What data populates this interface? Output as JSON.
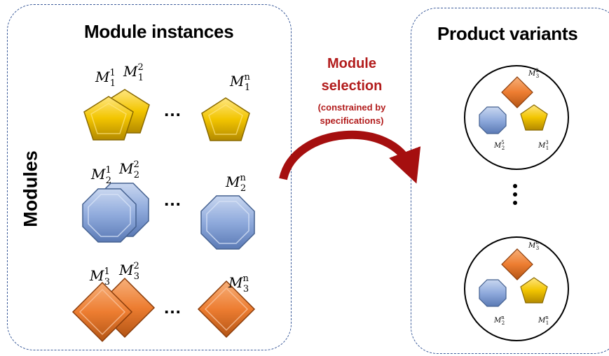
{
  "left_panel": {
    "title": "Module instances",
    "side_label": "Modules",
    "rows": [
      {
        "shape": "pentagon",
        "labels": [
          "M",
          "1",
          "1",
          "M",
          "2",
          "1",
          "M",
          "n",
          "1"
        ]
      },
      {
        "shape": "octagon",
        "labels": [
          "M",
          "1",
          "2",
          "M",
          "2",
          "2",
          "M",
          "n",
          "2"
        ]
      },
      {
        "shape": "diamond",
        "labels": [
          "M",
          "1",
          "3",
          "M",
          "2",
          "3",
          "M",
          "n",
          "3"
        ]
      }
    ],
    "ellipsis": "…"
  },
  "selection": {
    "line1": "Module",
    "line2": "selection",
    "line3": "(constrained by",
    "line4": "specifications)"
  },
  "right_panel": {
    "title": "Product variants",
    "variant_top": {
      "diamond": [
        "M",
        "2",
        "3"
      ],
      "octagon": [
        "M",
        "5",
        "2"
      ],
      "pentagon": [
        "M",
        "3",
        "1"
      ]
    },
    "variant_bottom": {
      "diamond": [
        "M",
        "n",
        "3"
      ],
      "octagon": [
        "M",
        "n",
        "2"
      ],
      "pentagon": [
        "M",
        "n",
        "1"
      ]
    }
  },
  "colors": {
    "pentagon": "#f2c500",
    "octagon": "#8faadc",
    "diamond": "#ed7d31",
    "arrow": "#a50f0f",
    "border": "#3b5b9a"
  }
}
